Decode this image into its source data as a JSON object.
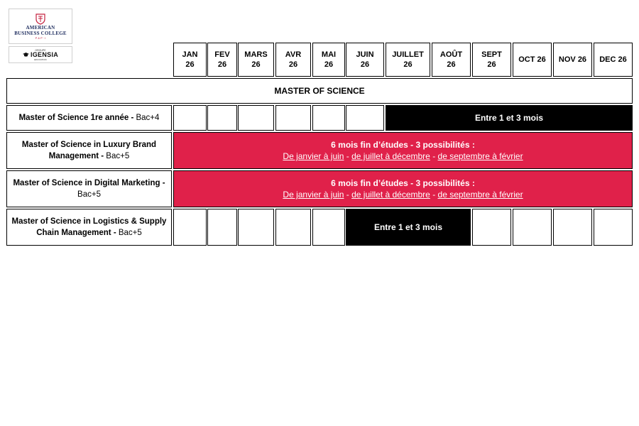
{
  "logos": {
    "abc": {
      "line1": "AMERICAN",
      "line2": "BUSINESS COLLEGE",
      "sub": "P & P · I"
    },
    "igensia": {
      "top": "GROUPE",
      "name": "IGENSIA",
      "bottom": "EDUCATION"
    }
  },
  "months": [
    {
      "line1": "JAN",
      "line2": "26"
    },
    {
      "line1": "FEV",
      "line2": "26"
    },
    {
      "line1": "MARS",
      "line2": "26"
    },
    {
      "line1": "AVR",
      "line2": "26"
    },
    {
      "line1": "MAI",
      "line2": "26"
    },
    {
      "line1": "JUIN",
      "line2": "26"
    },
    {
      "line1": "JUILLET",
      "line2": "26"
    },
    {
      "line1": "AOÛT",
      "line2": "26"
    },
    {
      "line1": "SEPT",
      "line2": "26"
    },
    {
      "line1": "OCT 26",
      "line2": ""
    },
    {
      "line1": "NOV 26",
      "line2": ""
    },
    {
      "line1": "DEC 26",
      "line2": ""
    }
  ],
  "section_title": "MASTER OF SCIENCE",
  "rows": [
    {
      "title": "Master of Science 1re année -",
      "level": " Bac+4"
    },
    {
      "title": "Master of Science in Luxury Brand Management -",
      "level": " Bac+5"
    },
    {
      "title": "Master of Science in Digital Marketing -",
      "level": " Bac+5"
    },
    {
      "title": "Master of Science in Logistics & Supply Chain Management -",
      "level": " Bac+5"
    }
  ],
  "blocks": {
    "row1_black": "Entre 1 et 3 mois",
    "row4_black": "Entre 1 et 3 mois",
    "red_heading": "6 mois fin d’études - 3 possibilités :",
    "option1": "De janvier à juin",
    "option2": "de juillet à décembre",
    "option3": "de septembre à février",
    "separator": " - "
  },
  "colors": {
    "accent_red": "#e0214a",
    "black": "#000000"
  }
}
